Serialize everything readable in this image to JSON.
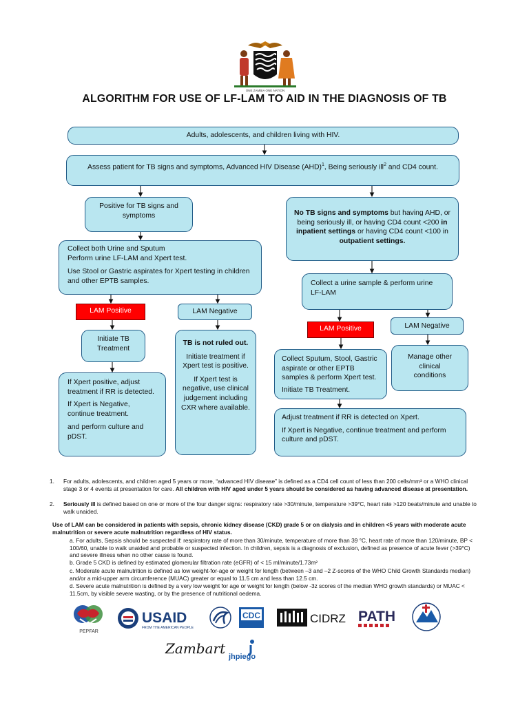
{
  "title": "ALGORITHM FOR USE OF LF-LAM TO AID IN THE DIAGNOSIS OF TB",
  "coat_of_arms_motto": "ONE ZAMBIA ONE NATION",
  "flow": {
    "population": "Adults, adolescents, and children living with HIV.",
    "assess": {
      "pre": "Assess patient for TB signs and symptoms, Advanced HIV Disease (AHD)",
      "sup1": "1",
      "mid": ", Being seriously ill",
      "sup2": "2",
      "post": " and CD4 count."
    },
    "positive_signs": "Positive for TB signs and symptoms",
    "no_signs": {
      "b1": "No TB signs and symptoms",
      "t1": " but having AHD, or being seriously ill, or having CD4 count <200 ",
      "b2": "in inpatient settings",
      "t2": " or having CD4 count <100 in ",
      "b3": "outpatient settings."
    },
    "collect_both": {
      "line1": "Collect both Urine and Sputum",
      "line2": "Perform urine LF-LAM and Xpert test.",
      "line3": "Use Stool or Gastric aspirates for Xpert testing in children and other EPTB samples."
    },
    "collect_urine": "Collect a urine sample & perform urine LF-LAM",
    "lam_positive": "LAM Positive",
    "lam_negative": "LAM Negative",
    "initiate_tb": "Initiate TB Treatment",
    "not_ruled_out": {
      "head": "TB is not ruled out.",
      "p1": "Initiate treatment if Xpert test is positive.",
      "p2": "If Xpert test is negative, use clinical judgement including CXR where available."
    },
    "xpert_positive": {
      "p1": "If Xpert positive, adjust treatment if RR is detected.",
      "p2": "If Xpert is Negative, continue treatment.",
      "p3": "and perform culture and pDST."
    },
    "collect_sputum": {
      "p1": "Collect Sputum, Stool, Gastric aspirate or other EPTB samples & perform Xpert test.",
      "p2": "Initiate TB Treatment."
    },
    "manage_other": "Manage other clinical conditions",
    "adjust_rr": {
      "p1": "Adjust treatment if RR is detected on Xpert.",
      "p2": "If Xpert is Negative, continue treatment and perform culture and pDST."
    }
  },
  "notes": {
    "n1_num": "1.",
    "n1_text": "For adults, adolescents, and children aged 5 years or more, “advanced HIV disease” is defined as a CD4 cell count of less than 200 cells/mm³ or a WHO clinical stage 3 or 4 events at presentation for care.",
    "n1_bold": "All children with HIV aged under 5 years should be considered as having advanced disease at presentation.",
    "n2_num": "2.",
    "n2_bold": "Seriously ill",
    "n2_text": " is defined based on one or more of the four danger signs: respiratory rate >30/minute, temperature >39°C, heart rate >120 beats/minute and unable to walk unaided.",
    "lam_use": "Use of LAM can be considered in patients with sepsis, chronic kidney disease (CKD) grade 5 or on dialysis and in children <5 years with moderate acute malnutrition or severe acute malnutrition regardless of HIV status.",
    "a": "a. For adults, Sepsis should be suspected if: respiratory rate of more than 30/minute, temperature of more than 39 °C, heart rate of more than 120/minute, BP < 100/60, unable to walk unaided and probable or suspected infection. In children, sepsis is a diagnosis of exclusion, defined as presence of acute fever (>39°C) and severe illness when no other cause is found.",
    "b": "b. Grade 5 CKD is defined by estimated glomerular filtration rate (eGFR) of < 15 ml/minute/1.73m²",
    "c": "c. Moderate acute malnutrition is defined as low weight-for-age or weight for length (between –3 and –2 Z-scores of the WHO Child Growth Standards median) and/or a mid-upper arm circumference (MUAC) greater or equal to 11.5 cm and less than 12.5 cm.",
    "d": "d. Severe acute malnutrition is defined by a very low weight for age or weight for length (below -3z scores of the median WHO growth standards) or MUAC < 11.5cm, by visible severe wasting, or by the presence of nutritional oedema."
  },
  "logos": {
    "pepfar": "PEPFAR",
    "usaid": "USAID",
    "usaid_tag": "FROM THE AMERICAN PEOPLE",
    "cdc": "CDC",
    "cidrz": "CIDRZ",
    "path": "PATH",
    "zambart": "Zambart",
    "jhpiego": "jhpiego"
  },
  "colors": {
    "box_fill": "#b9e6f0",
    "box_border": "#1f5a86",
    "lam_positive": "#ff0000"
  }
}
